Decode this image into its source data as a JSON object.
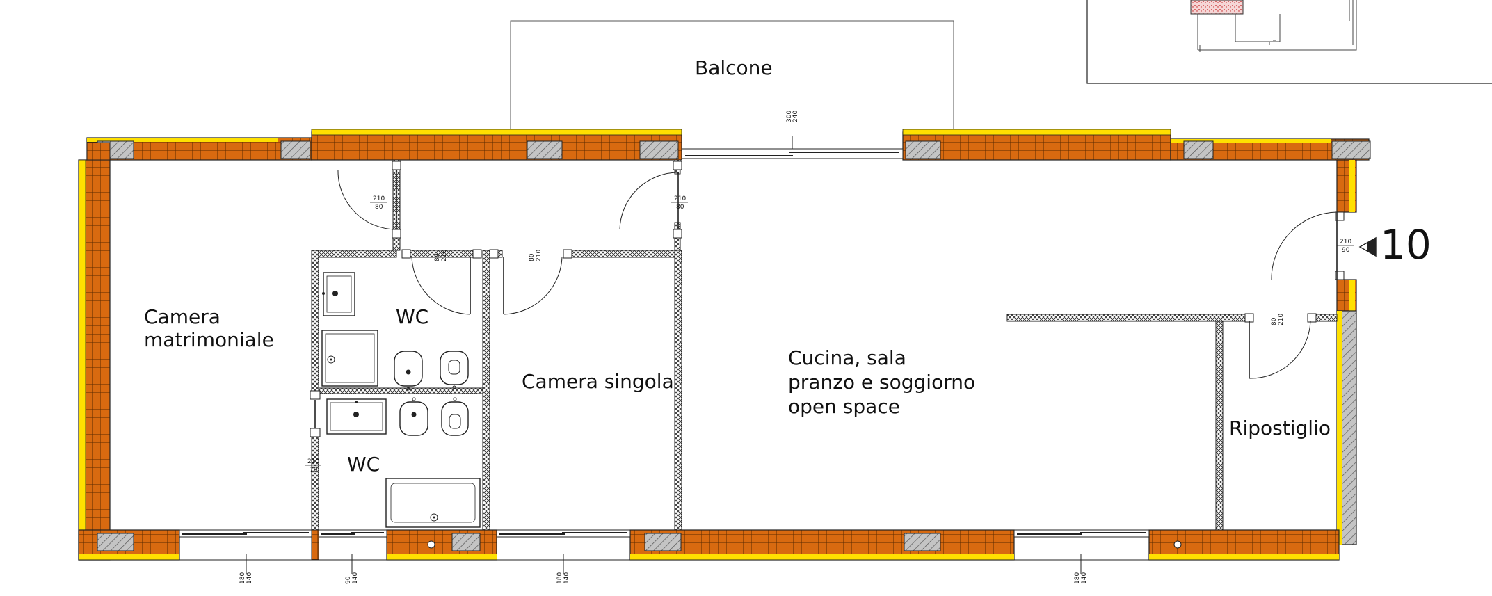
{
  "rooms": {
    "balcone": "Balcone",
    "camera_matrimoniale": [
      "Camera",
      "matrimoniale"
    ],
    "wc_top": "WC",
    "wc_bottom": "WC",
    "camera_singola": "Camera singola",
    "open_space": [
      "Cucina, sala",
      "pranzo e soggiorno",
      "open space"
    ],
    "ripostiglio": "Ripostiglio"
  },
  "unit_number": "10",
  "dimensions": {
    "balcony_door": [
      "300",
      "240"
    ],
    "door_matrimoniale": [
      "210",
      "80"
    ],
    "door_corridor": [
      "210",
      "80"
    ],
    "door_wc_top": [
      "80",
      "210"
    ],
    "door_singola": [
      "80",
      "210"
    ],
    "door_entry": [
      "210",
      "90"
    ],
    "door_ripostiglio": [
      "80",
      "210"
    ],
    "door_wc_bottom": [
      "210",
      "70"
    ],
    "win_1": [
      "180",
      "140"
    ],
    "win_2": [
      "90",
      "140"
    ],
    "win_3": [
      "180",
      "140"
    ],
    "win_4": [
      "180",
      "140"
    ]
  },
  "colors": {
    "brick": "#d86a10",
    "insulation": "#ffe000",
    "concrete": "#b4b4b4",
    "partition": "#ffffff",
    "line": "#111111"
  },
  "icons": {
    "sanitary": [
      "sink-icon",
      "shower-tray-icon",
      "bidet-icon",
      "toilet-icon",
      "bathtub-icon"
    ]
  }
}
